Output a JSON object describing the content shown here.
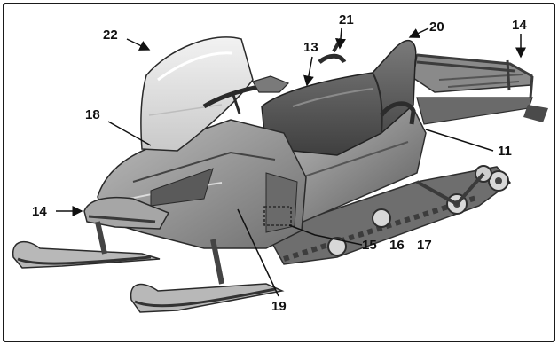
{
  "callouts": {
    "c22": "22",
    "c21": "21",
    "c20": "20",
    "c14_top": "14",
    "c13": "13",
    "c18": "18",
    "c11": "11",
    "c14_left": "14",
    "c15": "15",
    "c16": "16",
    "c17": "17",
    "c19": "19"
  },
  "colors": {
    "border": "#1a1a1a",
    "body": "#8c8c8c",
    "body_dark": "#5e5e5e",
    "body_light": "#b4b4b4",
    "windshield": "#e2e2e2",
    "leader": "#111111",
    "highlight_box": "#2a2a2a"
  },
  "icons": {
    "illustration": "snowmobile-illustration"
  }
}
